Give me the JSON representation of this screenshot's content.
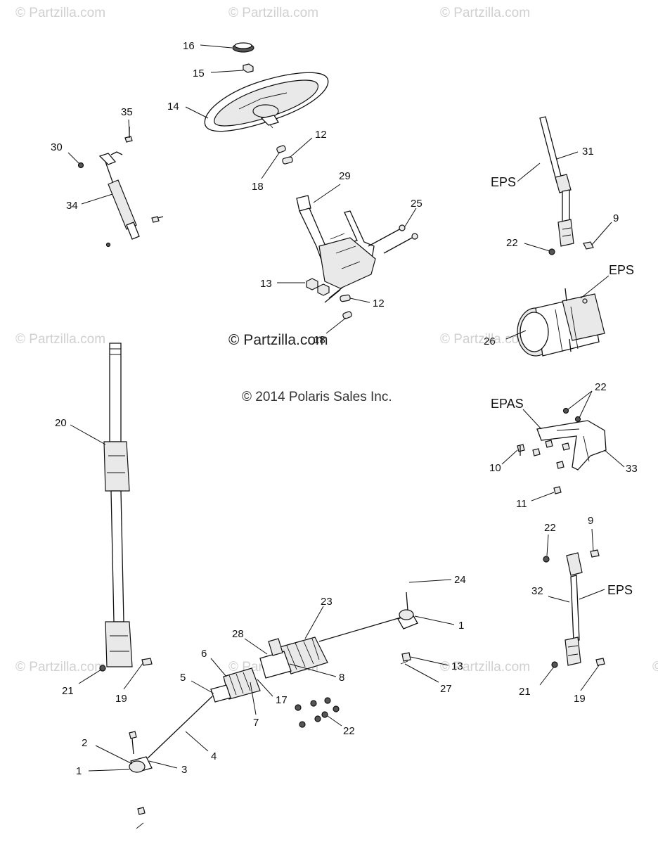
{
  "watermarks": [
    {
      "text": "© Partzilla.com"
    },
    {
      "text": "© Partzilla.com"
    },
    {
      "text": "© Partzilla.com"
    },
    {
      "text": "© Partzilla.com"
    },
    {
      "text": "© Partzilla.com"
    },
    {
      "text": "© Partzilla.com"
    },
    {
      "text": "© Partzilla.com"
    },
    {
      "text": "© Partzilla.com"
    },
    {
      "text": "© Partzilla.com"
    }
  ],
  "center_watermark": "© Partzilla.com",
  "copyright": "© 2014 Polaris Sales Inc.",
  "tags": {
    "eps_31": "EPS",
    "eps_26": "EPS",
    "epas_33": "EPAS",
    "eps_32": "EPS"
  },
  "callouts": [
    "16",
    "15",
    "14",
    "35",
    "30",
    "34",
    "12",
    "18",
    "29",
    "25",
    "13",
    "12",
    "18",
    "31",
    "9",
    "22",
    "26",
    "22",
    "10",
    "33",
    "11",
    "22",
    "9",
    "32",
    "21",
    "19",
    "20",
    "21",
    "19",
    "24",
    "1",
    "23",
    "28",
    "6",
    "5",
    "8",
    "13",
    "27",
    "17",
    "7",
    "22",
    "4",
    "2",
    "1",
    "3"
  ]
}
